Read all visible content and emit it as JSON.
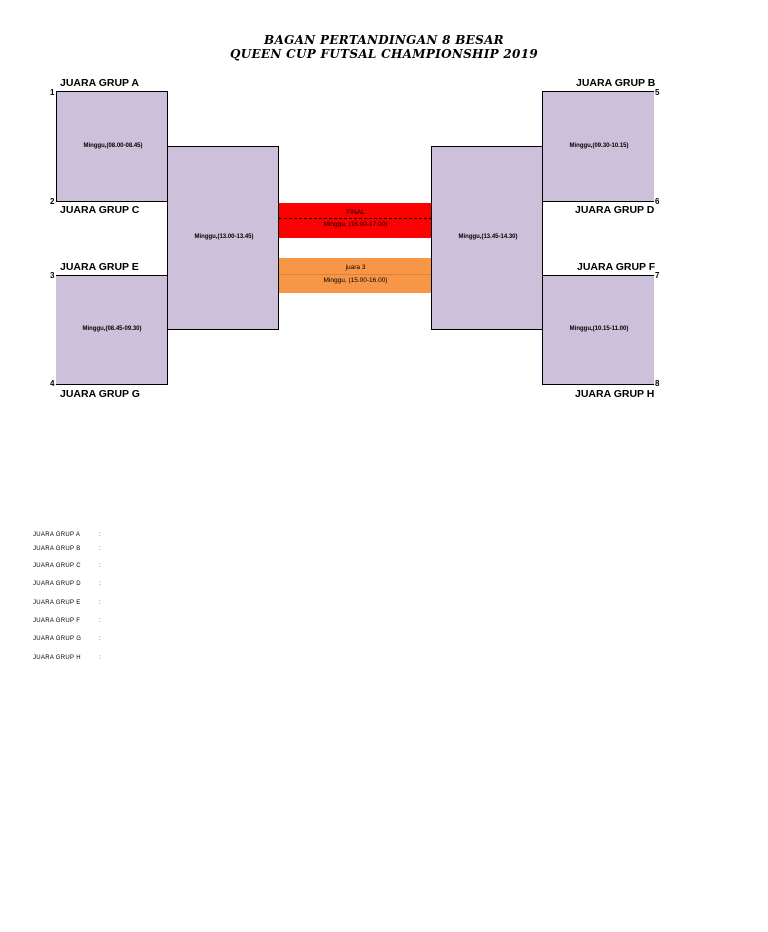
{
  "title_line1": "BAGAN PERTANDINGAN 8 BESAR",
  "title_line2": "QUEEN CUP FUTSAL CHAMPIONSHIP 2019",
  "teams": {
    "a": "JUARA GRUP A",
    "b": "JUARA GRUP B",
    "c": "JUARA GRUP C",
    "d": "JUARA GRUP D",
    "e": "JUARA GRUP E",
    "f": "JUARA GRUP F",
    "g": "JUARA GRUP G",
    "h": "JUARA GRUP H"
  },
  "numbers": [
    "1",
    "2",
    "3",
    "4",
    "5",
    "6",
    "7",
    "8"
  ],
  "matches": {
    "qf1": "Minggu,(08.00-08.45)",
    "qf2": "Minggu,(08.45-09.30)",
    "qf3": "Minggu,(09.30-10.15)",
    "qf4": "Minggu,(10.15-11.00)",
    "sf1": "Minggu,(13.00-13.45)",
    "sf2": "Minggu,(13.45-14.30)"
  },
  "final": {
    "label": "FINAL",
    "time": "Minggu, (16.00-17.00)"
  },
  "third_place": {
    "label": "juara 3",
    "time": "Minggu, (15.00-16.00)"
  },
  "winners_list": [
    {
      "label": "JUARA GRUP A",
      "sep": ":"
    },
    {
      "label": "JUARA GRUP B",
      "sep": ":"
    },
    {
      "label": "JUARA GRUP C",
      "sep": ":"
    },
    {
      "label": "JUARA GRUP D",
      "sep": ":"
    },
    {
      "label": "JUARA GRUP E",
      "sep": ":"
    },
    {
      "label": "JUARA GRUP F",
      "sep": ":"
    },
    {
      "label": "JUARA GRUP G",
      "sep": ":"
    },
    {
      "label": "JUARA GRUP H",
      "sep": ":"
    }
  ],
  "colors": {
    "match_box": "#ccc0da",
    "final": "#ff0000",
    "third_place": "#f79646"
  }
}
